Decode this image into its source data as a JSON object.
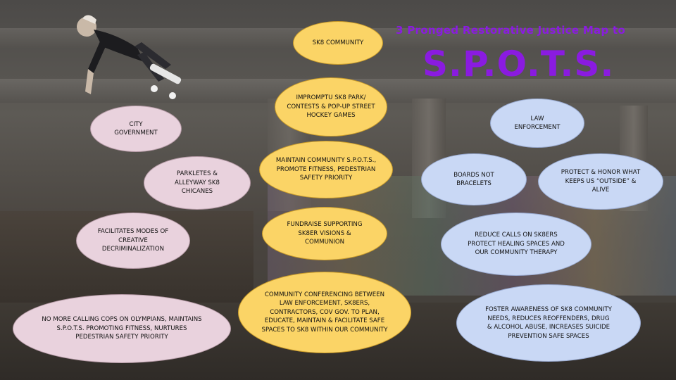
{
  "title": {
    "line1": "3 Pronged Restorative Justice Map to",
    "line2": "S.P.O.T.S."
  },
  "colors": {
    "title": "#8a1be0",
    "community_node": "#fbd466",
    "city_node": "#e9d2dd",
    "law_node": "#c9d8f5"
  },
  "community": {
    "head": "SK8 COMMUNiTY",
    "items": [
      "iMPROMPTU SK8 PARK/ CONTESTS & POP-UP STREET HOCKEY GAMES",
      "MAiNTAiN COMMUNiTY S.P.O.T.S., PROMOTE FiTNESS, PEDESTRiAN SAFETY PRiORiTY",
      "FUNDRAiSE SUPPORTiNG SK8ER ViSiONS & COMMUNiON",
      "COMMUNiTY CONFERENCiNG BETWEEN LAW ENFORCEMENT, SK8ERS, CONTRACTORS, COV GOV. TO PLAN, EDUCATE, MAiNTAiN & FACiLiTATE SAFE SPACES TO SK8 WiTHiN OUR COMMUNiTY"
    ]
  },
  "city": {
    "head": "CiTY GOVERNMENT",
    "items": [
      "PARKLETES & ALLEYWAY SK8 CHiCANES",
      "FACiLiTATES MODES OF CREATiVE DECRiMiNALiZATiON",
      "NO MORE CALLiNG COPS ON OLYMPiANS, MAiNTAiNS S.P.O.T.S. PROMOTiNG FiTNESS, NURTURES PEDESTRiAN SAFETY PRiORiTY"
    ]
  },
  "law": {
    "head": "LAW ENFORCEMENT",
    "items": [
      "BOARDS NOT BRACELETS",
      "PROTECT & HONOR WHAT KEEPS US “OUTSiDE” & ALiVE",
      "REDUCE CALLS ON SK8ERS PROTECT HEALiNG SPACES AND OUR COMMUNiTY THERAPY",
      "FOSTER AWARENESS OF SK8 COMMUNiTY NEEDS, REDUCES REOFFENDERS, DRUG & ALCOHOL ABUSE, iNCREASES SUiCiDE PREVENTiON SAFE SPACES"
    ]
  }
}
